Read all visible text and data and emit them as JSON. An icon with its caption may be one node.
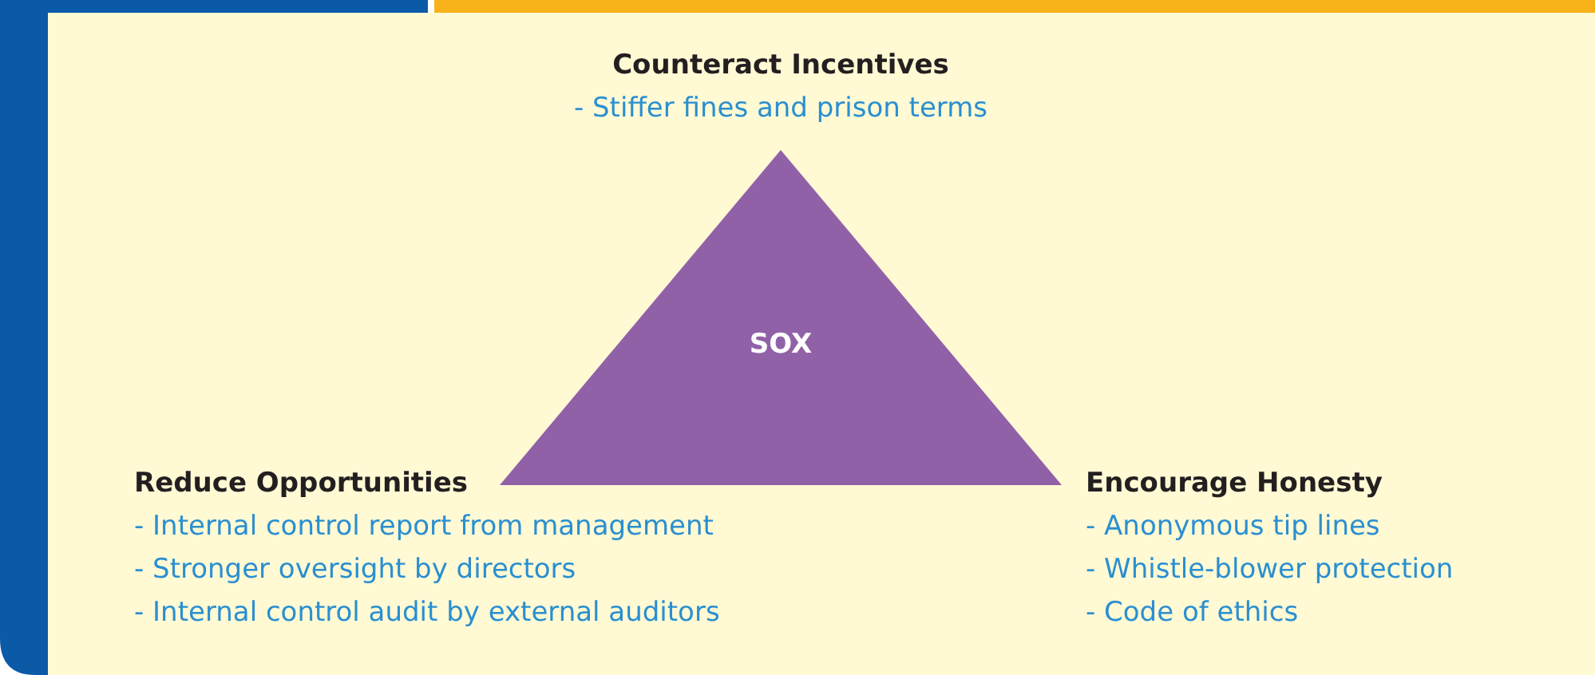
{
  "diagram": {
    "nodes": [
      {
        "text": [
          "SOX"
        ]
      }
    ],
    "labels": [
      "Counteract Incentives",
      "- Stiffer fines and prison terms",
      "Reduce Opportunities",
      "- Internal control report from management",
      "- Stronger oversight by directors",
      "- Internal control audit by external auditors",
      "Encourage Honesty",
      "- Anonymous tip lines",
      "- Whistle-blower protection",
      "- Code of ethics"
    ]
  }
}
